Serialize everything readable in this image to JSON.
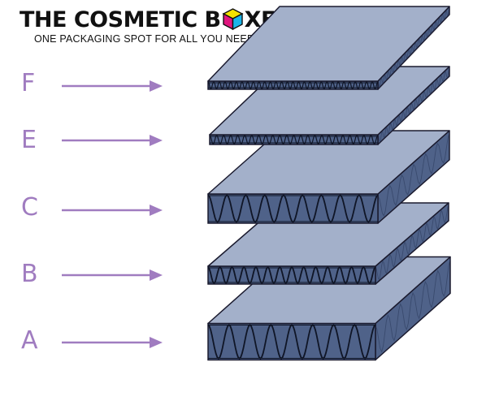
{
  "logo": {
    "brand_before": "THE COSMETIC B",
    "brand_after": "XES",
    "tagline": "ONE PACKAGING SPOT FOR ALL YOU NEED"
  },
  "flutes": [
    {
      "label": "F"
    },
    {
      "label": "E"
    },
    {
      "label": "C"
    },
    {
      "label": "B"
    },
    {
      "label": "A"
    }
  ],
  "colors": {
    "label": "#a07cc0",
    "arrow": "#a07cc0",
    "board_top": "#a3b0ca",
    "board_edge": "#4f6289",
    "board_outline": "#1a1a2e"
  }
}
